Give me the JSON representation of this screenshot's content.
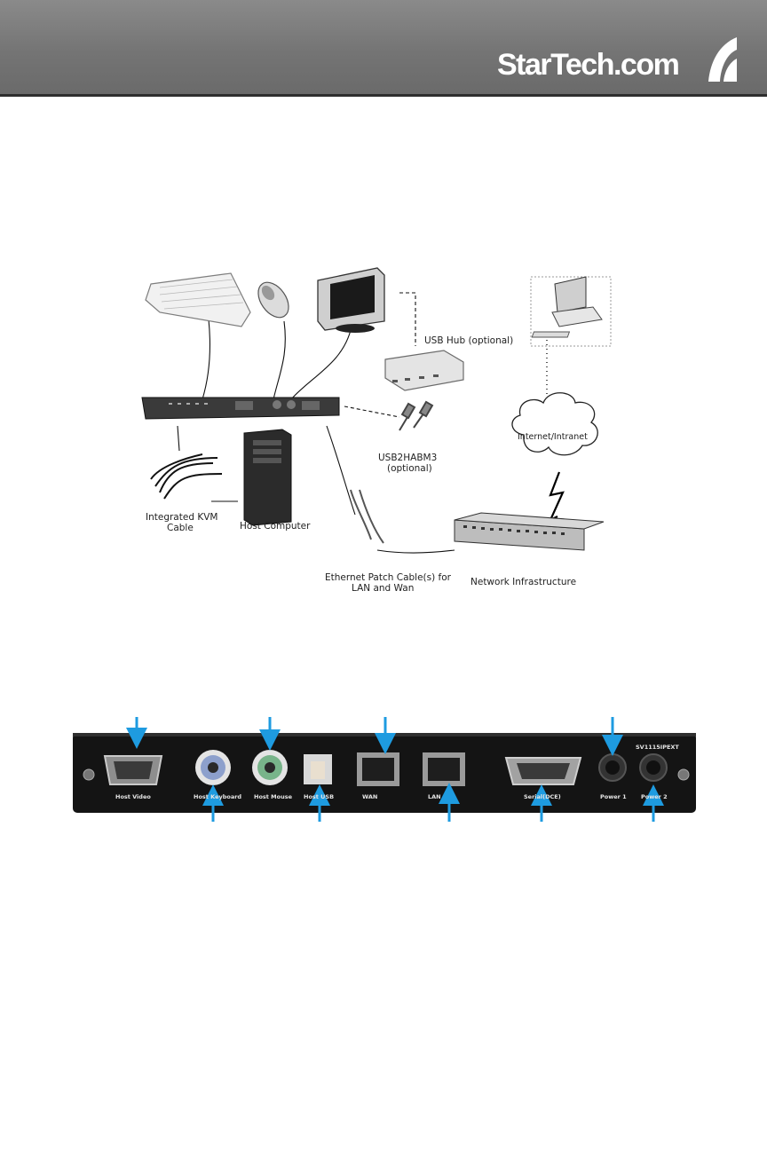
{
  "brand": {
    "name": "StarTech.com"
  },
  "diagram": {
    "labels": {
      "usb_hub": "USB Hub (optional)",
      "internet": "Internet/Intranet",
      "usb_cable_line1": "USB2HABM3",
      "usb_cable_line2": "(optional)",
      "kvm_cable_line1": "Integrated KVM",
      "kvm_cable_line2": "Cable",
      "host_computer": "Host Computer",
      "ethernet_line1": "Ethernet Patch Cable(s) for",
      "ethernet_line2": "LAN and Wan",
      "network": "Network Infrastructure"
    }
  },
  "rear_panel": {
    "model": "SV1115IPEXT",
    "ports": {
      "host_video": "Host Video",
      "host_keyboard": "Host Keyboard",
      "host_mouse": "Host Mouse",
      "host_usb": "Host USB",
      "wan": "WAN",
      "lan": "LAN",
      "serial": "Serial(DCE)",
      "power1": "Power 1",
      "power2": "Power 2"
    },
    "arrow_color": "#1e9be0"
  }
}
